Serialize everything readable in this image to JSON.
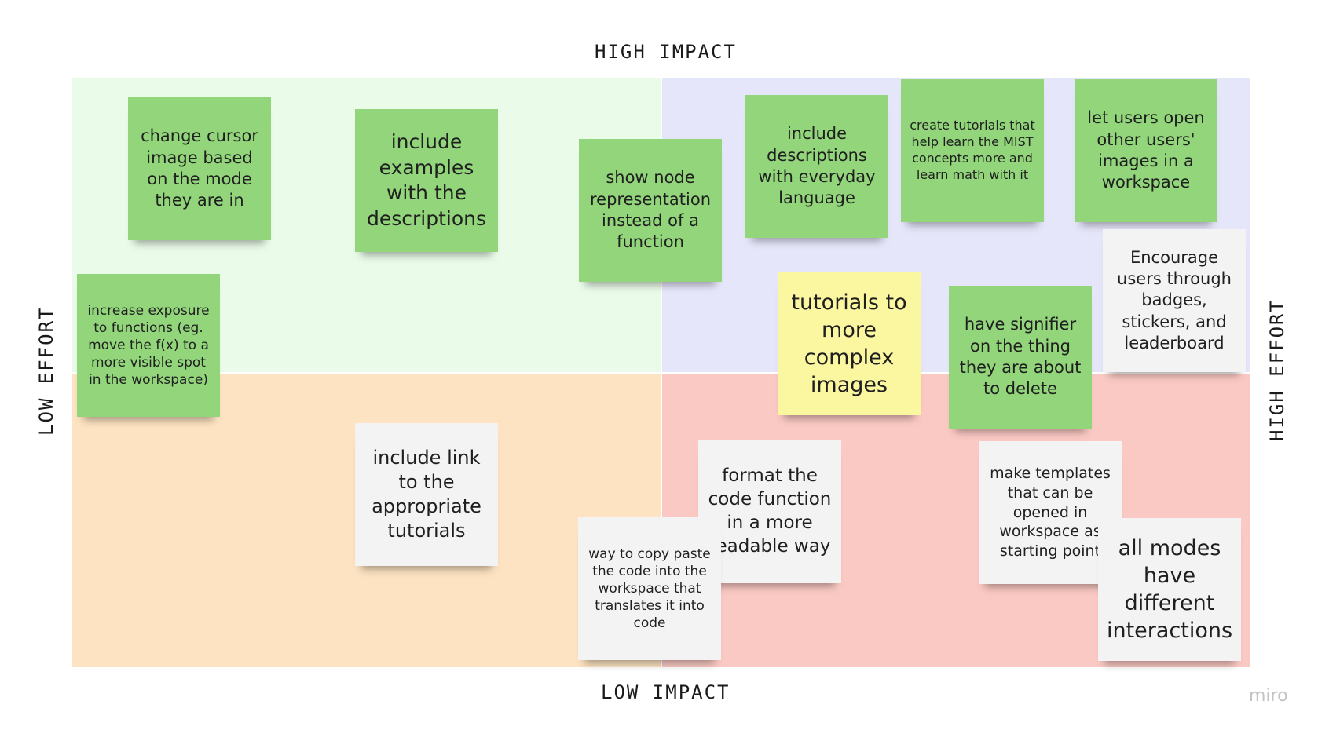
{
  "axes": {
    "top": "HIGH IMPACT",
    "bottom": "LOW IMPACT",
    "left": "LOW EFFORT",
    "right": "HIGH EFFORT"
  },
  "watermark": "miro",
  "notes": [
    {
      "id": "n1",
      "text": "change cursor image based on the mode they are in",
      "color": "green"
    },
    {
      "id": "n2",
      "text": "include examples with the descriptions",
      "color": "green"
    },
    {
      "id": "n3",
      "text": "show node representation instead of a function",
      "color": "green"
    },
    {
      "id": "n4",
      "text": "include descriptions with everyday language",
      "color": "green"
    },
    {
      "id": "n5",
      "text": "create tutorials that help learn the MIST concepts more and learn math with it",
      "color": "green"
    },
    {
      "id": "n6",
      "text": "let users open other users' images in a workspace",
      "color": "green"
    },
    {
      "id": "n7",
      "text": "increase exposure to functions (eg. move the f(x) to a more visible spot in the workspace)",
      "color": "green"
    },
    {
      "id": "n8",
      "text": "tutorials to more complex images",
      "color": "yellow"
    },
    {
      "id": "n9",
      "text": "have signifier on the thing they are about to delete",
      "color": "green"
    },
    {
      "id": "n10",
      "text": "Encourage users through badges, stickers, and leaderboard",
      "color": "white"
    },
    {
      "id": "n11",
      "text": "include link to the appropriate tutorials",
      "color": "white"
    },
    {
      "id": "n12",
      "text": "format the code function in a more readable way",
      "color": "white"
    },
    {
      "id": "n13",
      "text": "way to copy paste the code into the workspace that translates it into code",
      "color": "white"
    },
    {
      "id": "n14",
      "text": "make templates that can be opened in workspace as starting point",
      "color": "white"
    },
    {
      "id": "n15",
      "text": "all modes have different interactions",
      "color": "white"
    }
  ]
}
